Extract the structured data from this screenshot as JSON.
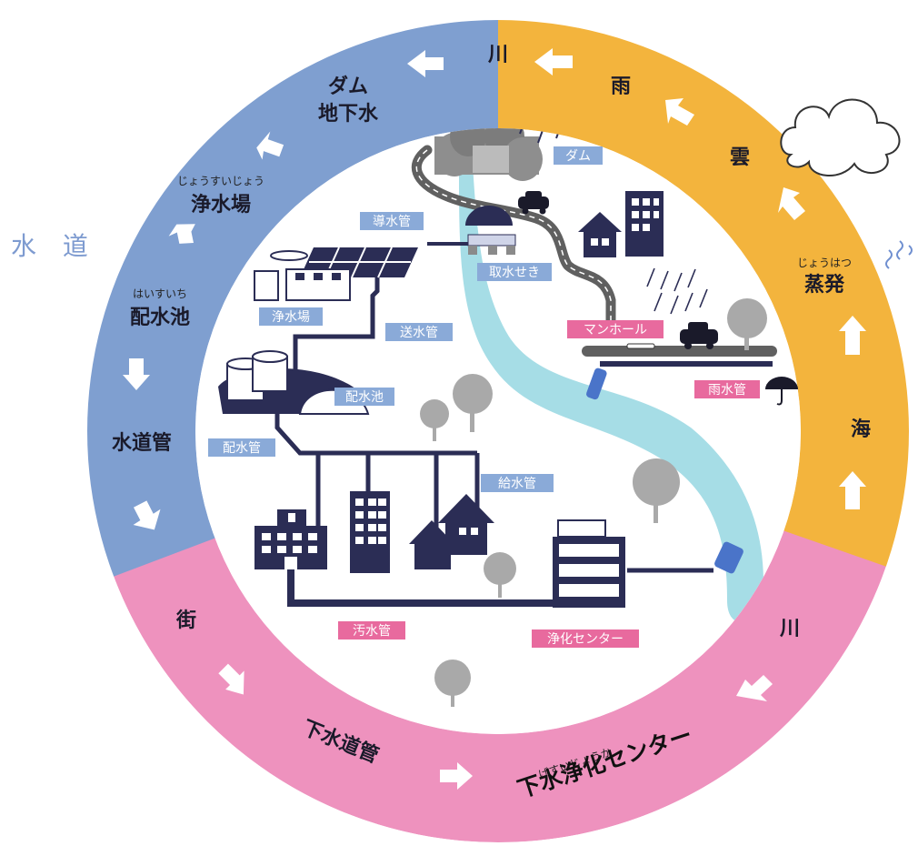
{
  "title": "水 道",
  "colors": {
    "ring_blue": "#7f9fd0",
    "ring_orange": "#f3b43d",
    "ring_pink": "#ee92be",
    "river": "#a6dde6",
    "building": "#2b2d55",
    "tag_blue": "#8aaad8",
    "tag_pink": "#e86a9e",
    "road": "#606060",
    "tree": "#a9a9a9"
  },
  "ring_labels": {
    "river_top": "川",
    "rain": "雨",
    "cloud": "雲",
    "evaporation_furigana": "じょうはつ",
    "evaporation": "蒸発",
    "sea": "海",
    "river_bottom": "川",
    "wastewater_center_furigana": "げすいじょうか",
    "wastewater_center": "下水浄化センター",
    "sewer": "下水道管",
    "town": "街",
    "water_pipe": "水道管",
    "reservoir_furigana": "はいすいち",
    "reservoir": "配水池",
    "purification_furigana": "じょうすいじょう",
    "purification": "浄水場",
    "dam": "ダム",
    "groundwater": "地下水"
  },
  "tags": {
    "dam": "ダム",
    "conduit": "導水管",
    "intake": "取水せき",
    "purification_plant": "浄水場",
    "transmission": "送水管",
    "reservoir": "配水池",
    "distribution": "配水管",
    "supply": "給水管",
    "manhole": "マンホール",
    "storm_pipe": "雨水管",
    "sewage_pipe": "汚水管",
    "treatment_center": "浄化センター"
  }
}
